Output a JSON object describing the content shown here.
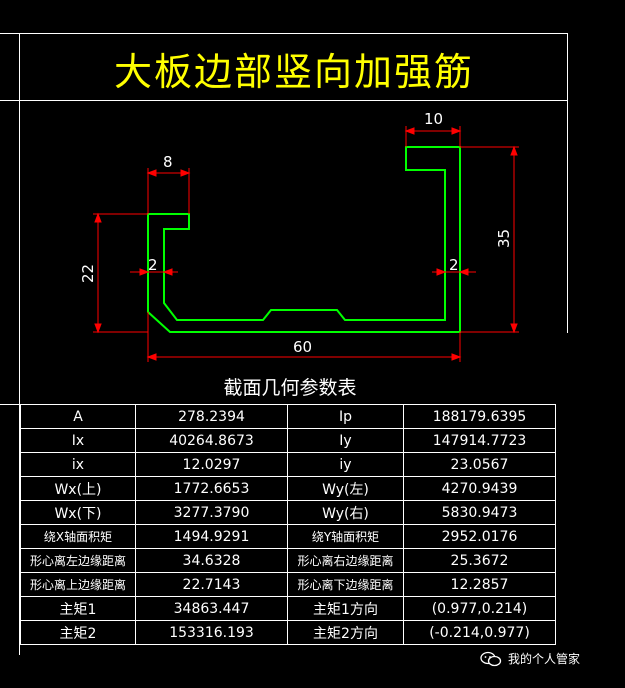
{
  "title": "大板边部竖向加强筋",
  "colors": {
    "background": "#000000",
    "frame": "#ffffff",
    "title": "#ffff00",
    "section_outline": "#00ff00",
    "dimension": "#ff0000",
    "text": "#ffffff"
  },
  "dimensions": {
    "top_right_width": "10",
    "top_left_width": "8",
    "left_height": "22",
    "right_height": "35",
    "left_thickness": "2",
    "right_thickness": "2",
    "bottom_width": "60"
  },
  "table_title": "截面几何参数表",
  "table": {
    "rows": [
      [
        "A",
        "278.2394",
        "Ip",
        "188179.6395"
      ],
      [
        "Ix",
        "40264.8673",
        "Iy",
        "147914.7723"
      ],
      [
        "ix",
        "12.0297",
        "iy",
        "23.0567"
      ],
      [
        "Wx(上)",
        "1772.6653",
        "Wy(左)",
        "4270.9439"
      ],
      [
        "Wx(下)",
        "3277.3790",
        "Wy(右)",
        "5830.9473"
      ],
      [
        "绕X轴面积矩",
        "1494.9291",
        "绕Y轴面积矩",
        "2952.0176"
      ],
      [
        "形心离左边缘距离",
        "34.6328",
        "形心离右边缘距离",
        "25.3672"
      ],
      [
        "形心离上边缘距离",
        "22.7143",
        "形心离下边缘距离",
        "12.2857"
      ],
      [
        "主矩1",
        "34863.447",
        "主矩1方向",
        "(0.977,0.214)"
      ],
      [
        "主矩2",
        "153316.193",
        "主矩2方向",
        "(-0.214,0.977)"
      ]
    ]
  },
  "watermark": {
    "icon": "wechat-icon",
    "text": "我的个人管家"
  }
}
